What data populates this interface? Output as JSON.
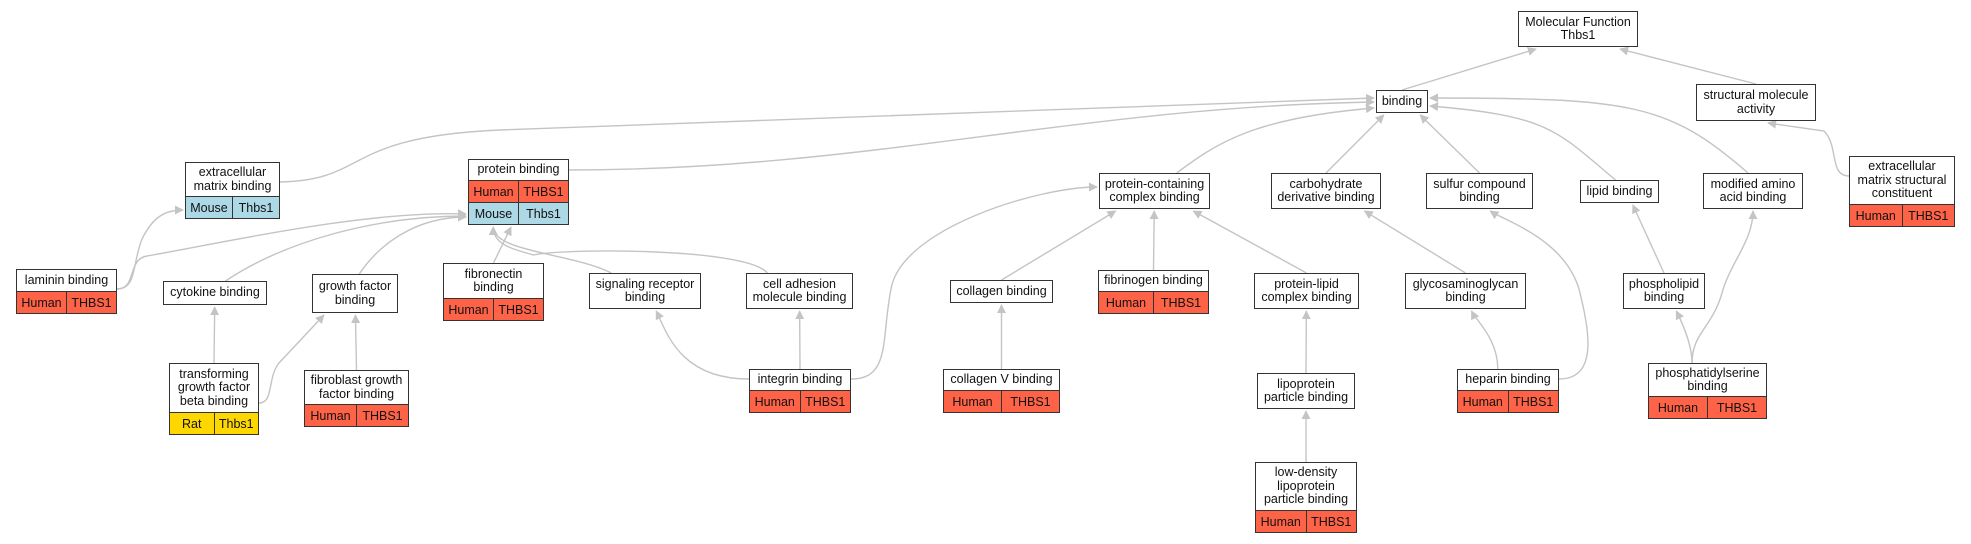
{
  "diagram": {
    "title": "Molecular Function Thbs1",
    "colors": {
      "Human": "#ff6347",
      "Mouse": "#add8e6",
      "Rat": "#ffd700",
      "edge": "#c4c4c4",
      "border": "#333333"
    },
    "nodes": [
      {
        "id": "mf",
        "label": "Molecular Function\nThbs1",
        "annotations": []
      },
      {
        "id": "binding",
        "label": "binding",
        "annotations": []
      },
      {
        "id": "structural",
        "label": "structural molecule\nactivity",
        "annotations": []
      },
      {
        "id": "ecm_binding",
        "label": "extracellular\nmatrix binding",
        "annotations": [
          {
            "species": "Mouse",
            "gene": "Thbs1"
          }
        ]
      },
      {
        "id": "protein_binding",
        "label": "protein binding",
        "annotations": [
          {
            "species": "Human",
            "gene": "THBS1"
          },
          {
            "species": "Mouse",
            "gene": "Thbs1"
          }
        ]
      },
      {
        "id": "protein_complex",
        "label": "protein-containing\ncomplex binding",
        "annotations": []
      },
      {
        "id": "carbohydrate",
        "label": "carbohydrate\nderivative binding",
        "annotations": []
      },
      {
        "id": "sulfur",
        "label": "sulfur compound\nbinding",
        "annotations": []
      },
      {
        "id": "lipid",
        "label": "lipid binding",
        "annotations": []
      },
      {
        "id": "modified_amino",
        "label": "modified amino\nacid binding",
        "annotations": []
      },
      {
        "id": "ecm_structural",
        "label": "extracellular\nmatrix structural\nconstituent",
        "annotations": [
          {
            "species": "Human",
            "gene": "THBS1"
          }
        ]
      },
      {
        "id": "laminin",
        "label": "laminin binding",
        "annotations": [
          {
            "species": "Human",
            "gene": "THBS1"
          }
        ]
      },
      {
        "id": "cytokine",
        "label": "cytokine binding",
        "annotations": []
      },
      {
        "id": "growth_factor",
        "label": "growth factor\nbinding",
        "annotations": []
      },
      {
        "id": "fibronectin",
        "label": "fibronectin\nbinding",
        "annotations": [
          {
            "species": "Human",
            "gene": "THBS1"
          }
        ]
      },
      {
        "id": "signaling_receptor",
        "label": "signaling receptor\nbinding",
        "annotations": []
      },
      {
        "id": "cell_adhesion",
        "label": "cell adhesion\nmolecule binding",
        "annotations": []
      },
      {
        "id": "collagen",
        "label": "collagen binding",
        "annotations": []
      },
      {
        "id": "fibrinogen",
        "label": "fibrinogen binding",
        "annotations": [
          {
            "species": "Human",
            "gene": "THBS1"
          }
        ]
      },
      {
        "id": "protein_lipid",
        "label": "protein-lipid\ncomplex binding",
        "annotations": []
      },
      {
        "id": "gag",
        "label": "glycosaminoglycan\nbinding",
        "annotations": []
      },
      {
        "id": "phospholipid",
        "label": "phospholipid\nbinding",
        "annotations": []
      },
      {
        "id": "tgfb",
        "label": "transforming\ngrowth factor\nbeta binding",
        "annotations": [
          {
            "species": "Rat",
            "gene": "Thbs1"
          }
        ]
      },
      {
        "id": "fgf",
        "label": "fibroblast growth\nfactor binding",
        "annotations": [
          {
            "species": "Human",
            "gene": "THBS1"
          }
        ]
      },
      {
        "id": "integrin",
        "label": "integrin binding",
        "annotations": [
          {
            "species": "Human",
            "gene": "THBS1"
          }
        ]
      },
      {
        "id": "collagen_v",
        "label": "collagen V binding",
        "annotations": [
          {
            "species": "Human",
            "gene": "THBS1"
          }
        ]
      },
      {
        "id": "lipoprotein",
        "label": "lipoprotein\nparticle binding",
        "annotations": []
      },
      {
        "id": "heparin",
        "label": "heparin binding",
        "annotations": [
          {
            "species": "Human",
            "gene": "THBS1"
          }
        ]
      },
      {
        "id": "phosphatidylserine",
        "label": "phosphatidylserine\nbinding",
        "annotations": [
          {
            "species": "Human",
            "gene": "THBS1"
          }
        ]
      },
      {
        "id": "ldl",
        "label": "low-density\nlipoprotein\nparticle binding",
        "annotations": [
          {
            "species": "Human",
            "gene": "THBS1"
          }
        ]
      }
    ],
    "edges": [
      {
        "from": "binding",
        "to": "mf"
      },
      {
        "from": "structural",
        "to": "mf"
      },
      {
        "from": "ecm_binding",
        "to": "binding"
      },
      {
        "from": "protein_binding",
        "to": "binding"
      },
      {
        "from": "protein_complex",
        "to": "binding"
      },
      {
        "from": "carbohydrate",
        "to": "binding"
      },
      {
        "from": "sulfur",
        "to": "binding"
      },
      {
        "from": "lipid",
        "to": "binding"
      },
      {
        "from": "modified_amino",
        "to": "binding"
      },
      {
        "from": "ecm_structural",
        "to": "structural"
      },
      {
        "from": "laminin",
        "to": "ecm_binding"
      },
      {
        "from": "laminin",
        "to": "protein_binding"
      },
      {
        "from": "cytokine",
        "to": "protein_binding"
      },
      {
        "from": "growth_factor",
        "to": "protein_binding"
      },
      {
        "from": "fibronectin",
        "to": "protein_binding"
      },
      {
        "from": "signaling_receptor",
        "to": "protein_binding"
      },
      {
        "from": "cell_adhesion",
        "to": "protein_binding"
      },
      {
        "from": "collagen",
        "to": "protein_complex"
      },
      {
        "from": "fibrinogen",
        "to": "protein_complex"
      },
      {
        "from": "protein_lipid",
        "to": "protein_complex"
      },
      {
        "from": "gag",
        "to": "carbohydrate"
      },
      {
        "from": "phospholipid",
        "to": "lipid"
      },
      {
        "from": "tgfb",
        "to": "cytokine"
      },
      {
        "from": "tgfb",
        "to": "growth_factor"
      },
      {
        "from": "fgf",
        "to": "growth_factor"
      },
      {
        "from": "integrin",
        "to": "signaling_receptor"
      },
      {
        "from": "integrin",
        "to": "cell_adhesion"
      },
      {
        "from": "integrin",
        "to": "protein_complex"
      },
      {
        "from": "collagen_v",
        "to": "collagen"
      },
      {
        "from": "lipoprotein",
        "to": "protein_lipid"
      },
      {
        "from": "heparin",
        "to": "gag"
      },
      {
        "from": "heparin",
        "to": "sulfur"
      },
      {
        "from": "phosphatidylserine",
        "to": "phospholipid"
      },
      {
        "from": "phosphatidylserine",
        "to": "modified_amino"
      },
      {
        "from": "ldl",
        "to": "lipoprotein"
      }
    ]
  }
}
